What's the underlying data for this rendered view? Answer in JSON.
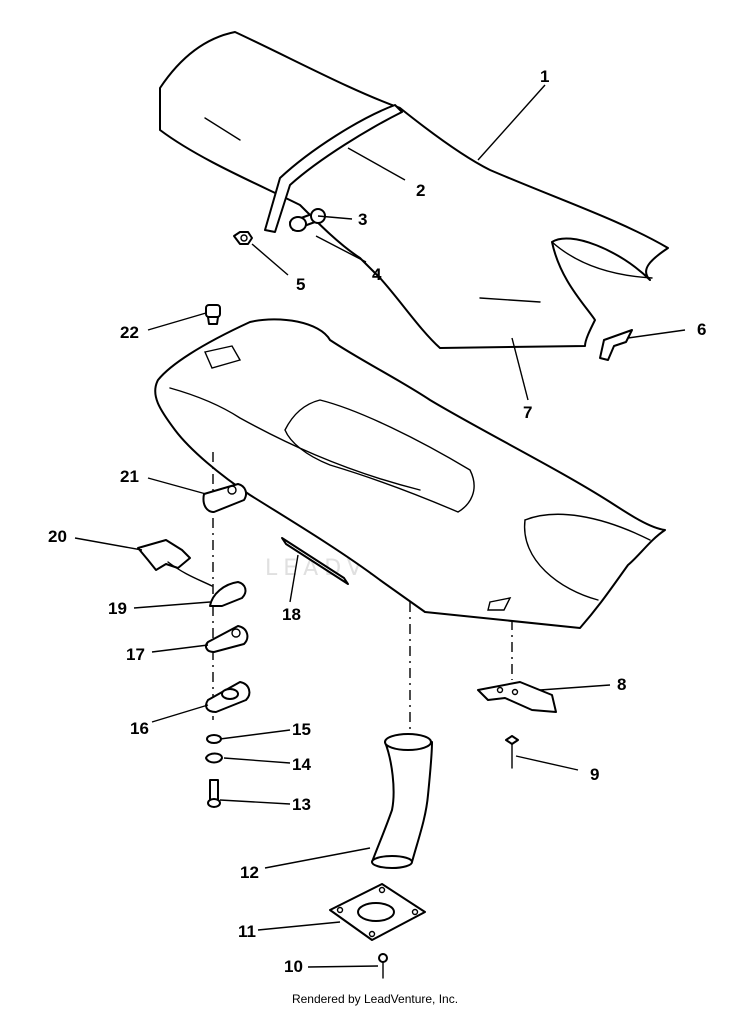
{
  "callouts": [
    "1",
    "2",
    "3",
    "4",
    "5",
    "6",
    "7",
    "8",
    "9",
    "10",
    "11",
    "12",
    "13",
    "14",
    "15",
    "16",
    "17",
    "18",
    "19",
    "20",
    "21",
    "22"
  ],
  "watermark": "LEADVENTURE",
  "footer": "Rendered by LeadVenture, Inc."
}
